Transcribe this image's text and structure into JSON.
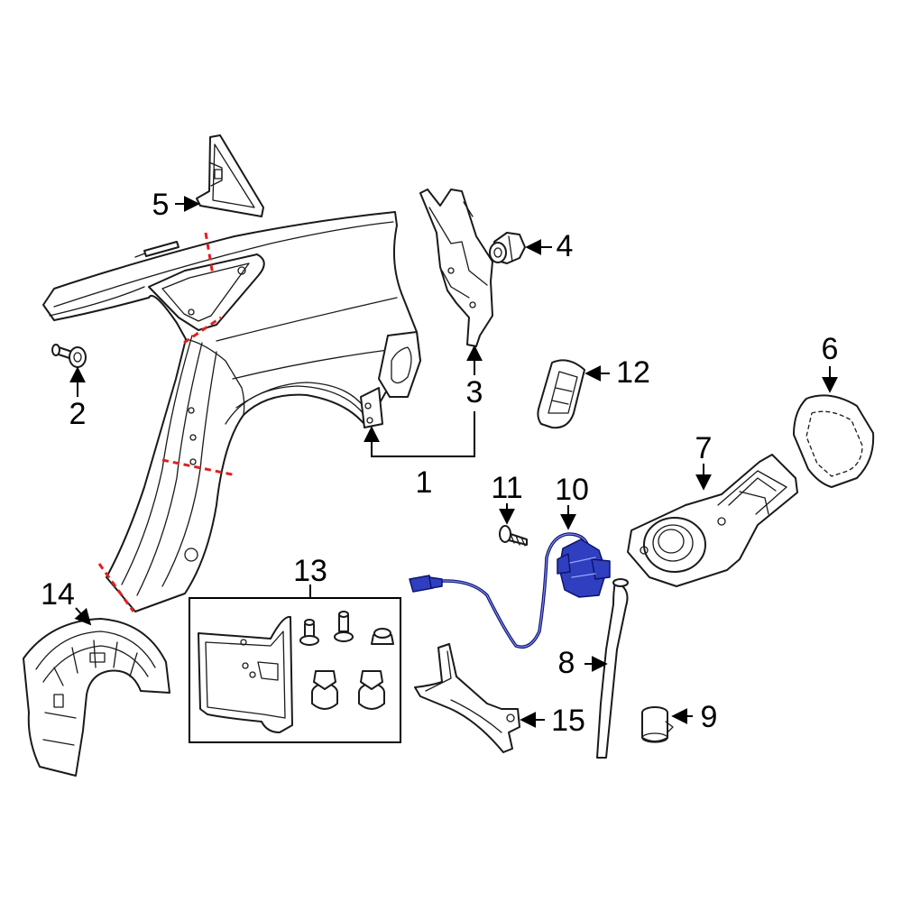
{
  "callouts": {
    "1": "1",
    "2": "2",
    "3": "3",
    "4": "4",
    "5": "5",
    "6": "6",
    "7": "7",
    "8": "8",
    "9": "9",
    "10": "10",
    "11": "11",
    "12": "12",
    "13": "13",
    "14": "14",
    "15": "15"
  },
  "colors": {
    "line": "#1a1a1a",
    "cut_line": "#e02020",
    "highlight": "#2f3fbf",
    "background": "#ffffff"
  }
}
